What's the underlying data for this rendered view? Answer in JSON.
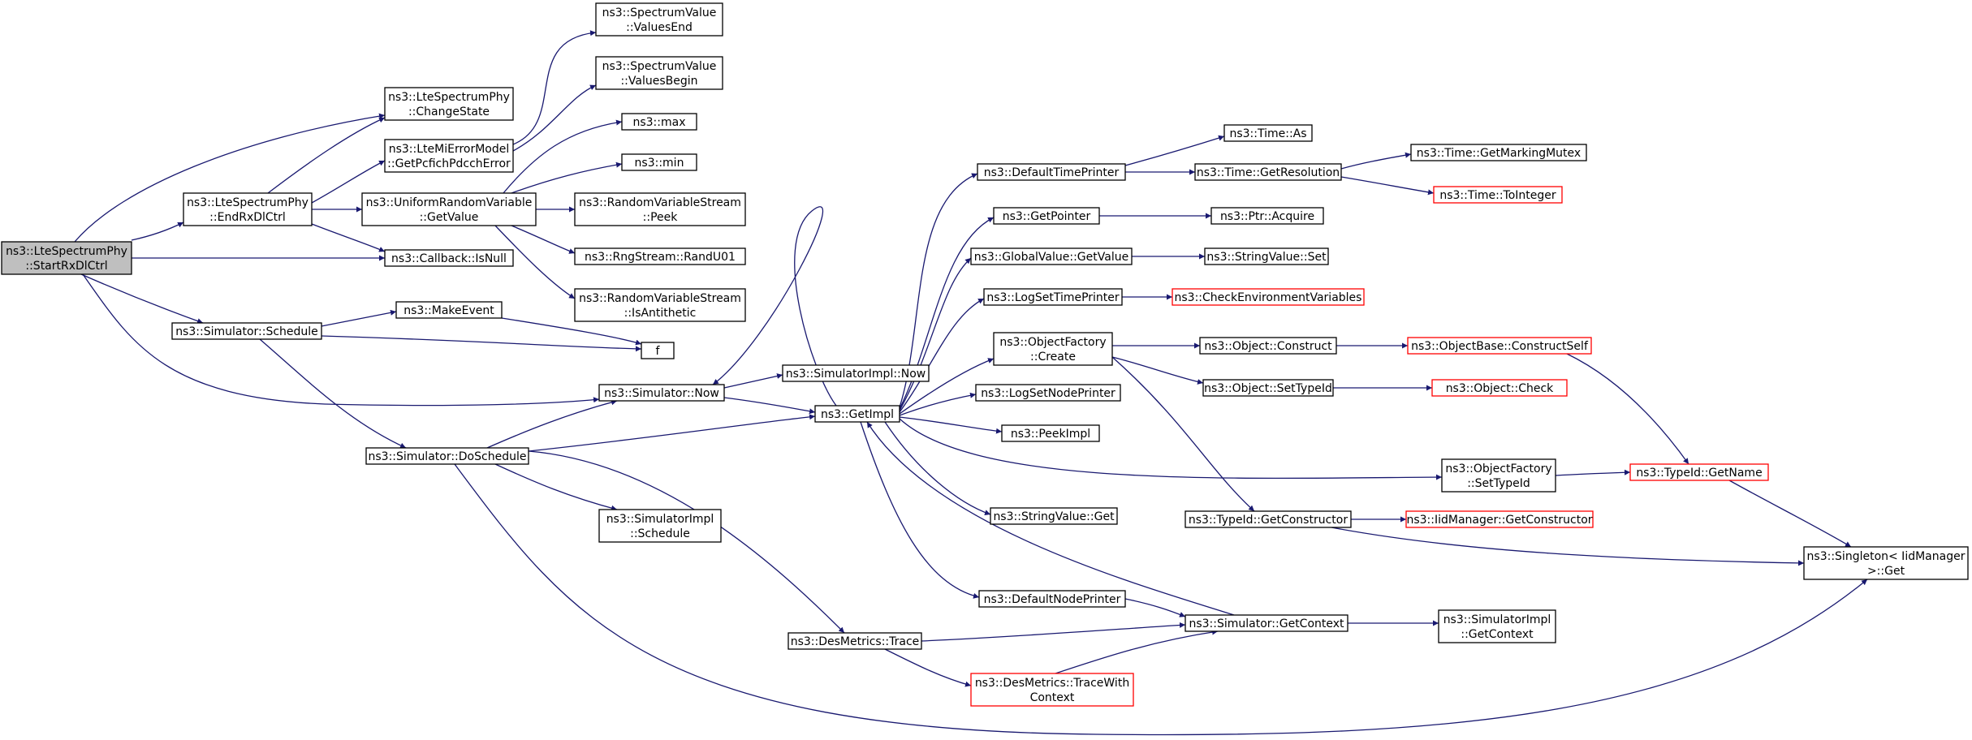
{
  "graph": {
    "colors": {
      "edge": "#191970",
      "border": "#000000",
      "truncated_border": "#ff0000",
      "root_fill": "#bfbfbf",
      "node_fill": "#ffffff"
    },
    "nodes": [
      {
        "id": "root",
        "lines": [
          "ns3::LteSpectrumPhy",
          "::StartRxDlCtrl"
        ],
        "root": true
      },
      {
        "id": "endrx",
        "lines": [
          "ns3::LteSpectrumPhy",
          "::EndRxDlCtrl"
        ]
      },
      {
        "id": "schedule",
        "lines": [
          "ns3::Simulator::Schedule"
        ]
      },
      {
        "id": "changestate",
        "lines": [
          "ns3::LteSpectrumPhy",
          "::ChangeState"
        ]
      },
      {
        "id": "pcfich",
        "lines": [
          "ns3::LteMiErrorModel",
          "::GetPcfichPdcchError"
        ]
      },
      {
        "id": "urvget",
        "lines": [
          "ns3::UniformRandomVariable",
          "::GetValue"
        ]
      },
      {
        "id": "isnull",
        "lines": [
          "ns3::Callback::IsNull"
        ]
      },
      {
        "id": "makeevent",
        "lines": [
          "ns3::MakeEvent"
        ]
      },
      {
        "id": "f",
        "lines": [
          "f"
        ]
      },
      {
        "id": "doschedule",
        "lines": [
          "ns3::Simulator::DoSchedule"
        ]
      },
      {
        "id": "simnow",
        "lines": [
          "ns3::Simulator::Now"
        ]
      },
      {
        "id": "valend",
        "lines": [
          "ns3::SpectrumValue",
          "::ValuesEnd"
        ]
      },
      {
        "id": "valbegin",
        "lines": [
          "ns3::SpectrumValue",
          "::ValuesBegin"
        ]
      },
      {
        "id": "max",
        "lines": [
          "ns3::max"
        ]
      },
      {
        "id": "min",
        "lines": [
          "ns3::min"
        ]
      },
      {
        "id": "peek",
        "lines": [
          "ns3::RandomVariableStream",
          "::Peek"
        ]
      },
      {
        "id": "randu01",
        "lines": [
          "ns3::RngStream::RandU01"
        ]
      },
      {
        "id": "antithetic",
        "lines": [
          "ns3::RandomVariableStream",
          "::IsAntithetic"
        ]
      },
      {
        "id": "simimplnow",
        "lines": [
          "ns3::SimulatorImpl::Now"
        ]
      },
      {
        "id": "simimplsched",
        "lines": [
          "ns3::SimulatorImpl",
          "::Schedule"
        ]
      },
      {
        "id": "getimpl",
        "lines": [
          "ns3::GetImpl"
        ]
      },
      {
        "id": "trace",
        "lines": [
          "ns3::DesMetrics::Trace"
        ]
      },
      {
        "id": "tracewith",
        "lines": [
          "ns3::DesMetrics::TraceWith",
          "Context"
        ],
        "truncated": true
      },
      {
        "id": "deftime",
        "lines": [
          "ns3::DefaultTimePrinter"
        ]
      },
      {
        "id": "getpointer",
        "lines": [
          "ns3::GetPointer"
        ]
      },
      {
        "id": "gvget",
        "lines": [
          "ns3::GlobalValue::GetValue"
        ]
      },
      {
        "id": "logsettime",
        "lines": [
          "ns3::LogSetTimePrinter"
        ]
      },
      {
        "id": "ofcreate",
        "lines": [
          "ns3::ObjectFactory",
          "::Create"
        ]
      },
      {
        "id": "logsetnode",
        "lines": [
          "ns3::LogSetNodePrinter"
        ]
      },
      {
        "id": "peekimpl",
        "lines": [
          "ns3::PeekImpl"
        ]
      },
      {
        "id": "svget",
        "lines": [
          "ns3::StringValue::Get"
        ]
      },
      {
        "id": "defnode",
        "lines": [
          "ns3::DefaultNodePrinter"
        ]
      },
      {
        "id": "timeas",
        "lines": [
          "ns3::Time::As"
        ]
      },
      {
        "id": "getres",
        "lines": [
          "ns3::Time::GetResolution"
        ]
      },
      {
        "id": "ptracq",
        "lines": [
          "ns3::Ptr::Acquire"
        ]
      },
      {
        "id": "svset",
        "lines": [
          "ns3::StringValue::Set"
        ]
      },
      {
        "id": "checkenv",
        "lines": [
          "ns3::CheckEnvironmentVariables"
        ],
        "truncated": true
      },
      {
        "id": "objconstruct",
        "lines": [
          "ns3::Object::Construct"
        ]
      },
      {
        "id": "objsettid",
        "lines": [
          "ns3::Object::SetTypeId"
        ]
      },
      {
        "id": "ofsettid",
        "lines": [
          "ns3::ObjectFactory",
          "::SetTypeId"
        ]
      },
      {
        "id": "tidgetctor",
        "lines": [
          "ns3::TypeId::GetConstructor"
        ]
      },
      {
        "id": "simgetctx",
        "lines": [
          "ns3::Simulator::GetContext"
        ]
      },
      {
        "id": "markmutex",
        "lines": [
          "ns3::Time::GetMarkingMutex"
        ]
      },
      {
        "id": "tointeger",
        "lines": [
          "ns3::Time::ToInteger"
        ],
        "truncated": true
      },
      {
        "id": "constructself",
        "lines": [
          "ns3::ObjectBase::ConstructSelf"
        ],
        "truncated": true
      },
      {
        "id": "objcheck",
        "lines": [
          "ns3::Object::Check"
        ],
        "truncated": true
      },
      {
        "id": "tidgetname",
        "lines": [
          "ns3::TypeId::GetName"
        ],
        "truncated": true
      },
      {
        "id": "iidgetctor",
        "lines": [
          "ns3::IidManager::GetConstructor"
        ],
        "truncated": true
      },
      {
        "id": "implctx",
        "lines": [
          "ns3::SimulatorImpl",
          "::GetContext"
        ]
      },
      {
        "id": "singleton",
        "lines": [
          "ns3::Singleton< IidManager",
          ">::Get"
        ]
      }
    ],
    "edges": [
      [
        "root",
        "changestate"
      ],
      [
        "root",
        "endrx"
      ],
      [
        "root",
        "isnull"
      ],
      [
        "root",
        "schedule"
      ],
      [
        "root",
        "simnow"
      ],
      [
        "endrx",
        "changestate"
      ],
      [
        "endrx",
        "pcfich"
      ],
      [
        "endrx",
        "urvget"
      ],
      [
        "endrx",
        "isnull"
      ],
      [
        "pcfich",
        "valend"
      ],
      [
        "pcfich",
        "valbegin"
      ],
      [
        "urvget",
        "max"
      ],
      [
        "urvget",
        "min"
      ],
      [
        "urvget",
        "peek"
      ],
      [
        "urvget",
        "randu01"
      ],
      [
        "urvget",
        "antithetic"
      ],
      [
        "schedule",
        "makeevent"
      ],
      [
        "schedule",
        "f"
      ],
      [
        "schedule",
        "doschedule"
      ],
      [
        "makeevent",
        "f"
      ],
      [
        "doschedule",
        "simnow"
      ],
      [
        "doschedule",
        "getimpl"
      ],
      [
        "doschedule",
        "simimplsched"
      ],
      [
        "doschedule",
        "trace"
      ],
      [
        "doschedule",
        "singleton"
      ],
      [
        "simnow",
        "simimplnow"
      ],
      [
        "simnow",
        "getimpl"
      ],
      [
        "getimpl",
        "simnow"
      ],
      [
        "getimpl",
        "deftime"
      ],
      [
        "getimpl",
        "getpointer"
      ],
      [
        "getimpl",
        "gvget"
      ],
      [
        "getimpl",
        "logsettime"
      ],
      [
        "getimpl",
        "ofcreate"
      ],
      [
        "getimpl",
        "logsetnode"
      ],
      [
        "getimpl",
        "peekimpl"
      ],
      [
        "getimpl",
        "ofsettid"
      ],
      [
        "getimpl",
        "svget"
      ],
      [
        "getimpl",
        "defnode"
      ],
      [
        "trace",
        "simgetctx"
      ],
      [
        "trace",
        "tracewith"
      ],
      [
        "tracewith",
        "simgetctx"
      ],
      [
        "deftime",
        "timeas"
      ],
      [
        "deftime",
        "getres"
      ],
      [
        "getres",
        "markmutex"
      ],
      [
        "getres",
        "tointeger"
      ],
      [
        "getpointer",
        "ptracq"
      ],
      [
        "gvget",
        "svset"
      ],
      [
        "logsettime",
        "checkenv"
      ],
      [
        "ofcreate",
        "objconstruct"
      ],
      [
        "ofcreate",
        "objsettid"
      ],
      [
        "ofcreate",
        "tidgetctor"
      ],
      [
        "objconstruct",
        "constructself"
      ],
      [
        "objsettid",
        "objcheck"
      ],
      [
        "constructself",
        "tidgetname"
      ],
      [
        "ofsettid",
        "tidgetname"
      ],
      [
        "tidgetname",
        "singleton"
      ],
      [
        "tidgetctor",
        "iidgetctor"
      ],
      [
        "tidgetctor",
        "singleton"
      ],
      [
        "defnode",
        "simgetctx"
      ],
      [
        "simgetctx",
        "getimpl"
      ],
      [
        "simgetctx",
        "implctx"
      ]
    ]
  }
}
